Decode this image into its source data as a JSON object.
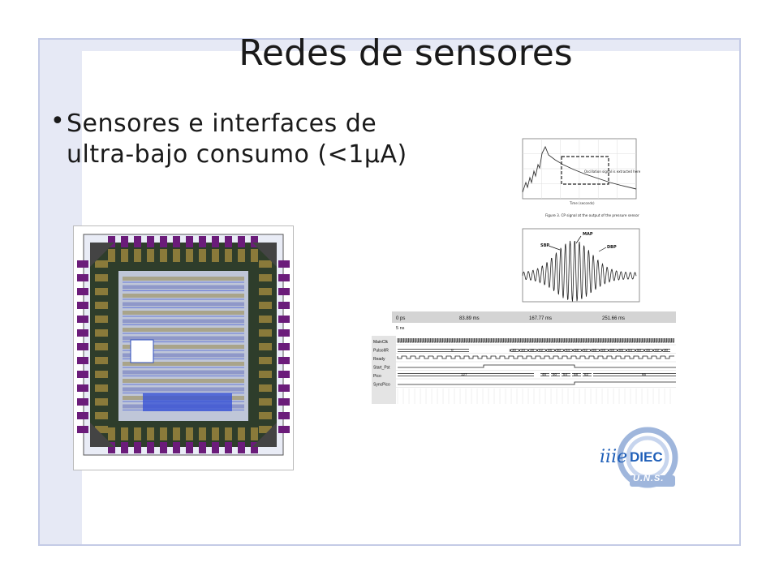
{
  "slide": {
    "title": "Redes de sensores",
    "bullets": [
      {
        "line1": "Sensores e interfaces de",
        "line2": "ultra-bajo consumo (<1µA)"
      }
    ]
  },
  "pressure_graph": {
    "annotation": "Oscillation signal is extracted here",
    "caption": "Figure 3. CP signal at the output of the pressure sensor",
    "xlabel": "Time (seconds)"
  },
  "bp_graph": {
    "labels": [
      "MAP",
      "SBP",
      "DBP"
    ]
  },
  "timing_diagram": {
    "time_markers": [
      "0 ps",
      "83.89 ms",
      "167.77 ms",
      "251.66 ms"
    ],
    "cursor": "5 ns",
    "signals": [
      "MainClk",
      "PulsoIIR",
      "Ready",
      "Start_Pst",
      "Pico",
      "SyncPico"
    ],
    "pulsoiir_values": [
      "0",
      "30",
      "34",
      "38",
      "42",
      "46",
      "50",
      "54",
      "58",
      "62",
      "66",
      "59",
      "58",
      "56",
      "54",
      "50",
      "45",
      "42",
      "30"
    ],
    "pico_values": [
      "127",
      "46",
      "50",
      "54",
      "58",
      "62",
      "66"
    ]
  },
  "logo": {
    "prefix": "iiie",
    "name": "DIEC",
    "subtitle": "U.N.S."
  },
  "colors": {
    "frame_border": "#c4cbe6",
    "frame_band": "#e6e9f5",
    "logo_blue": "#1f5fb8"
  }
}
